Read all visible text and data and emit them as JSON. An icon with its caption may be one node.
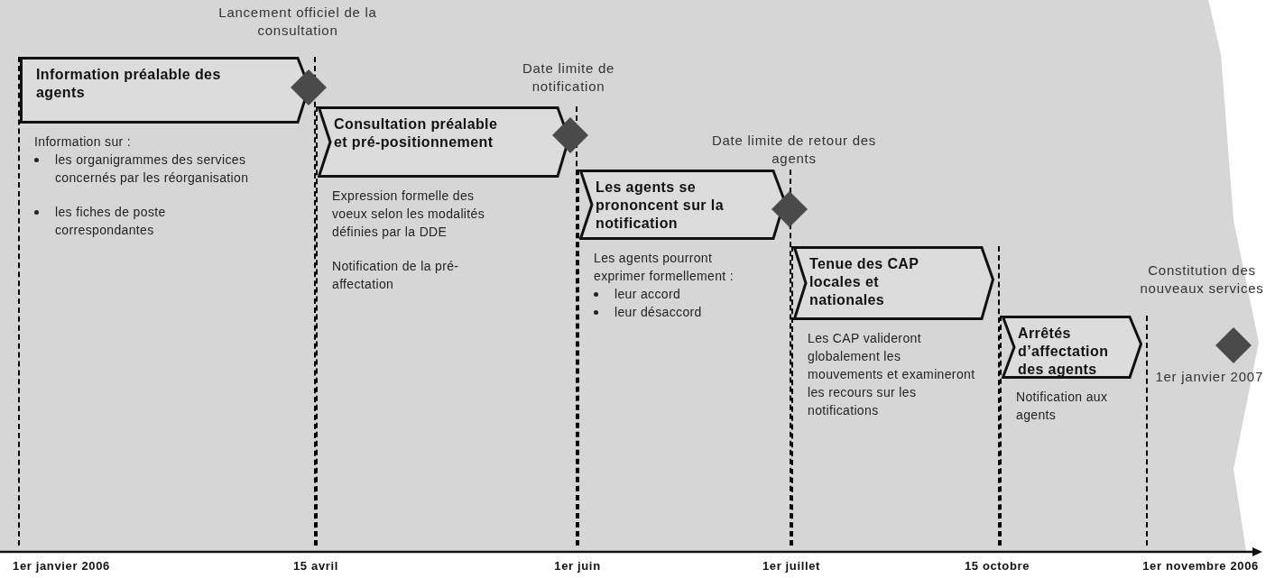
{
  "diagram": {
    "nodes": [
      {
        "text": [
          "Information préalable des agents",
          "Information sur :",
          "les organigrammes des services concernés par les réorganisation",
          "les fiches de poste correspondantes"
        ]
      },
      {
        "text": [
          "Consultation préalable et pré-positionnement",
          "Expression formelle des voeux selon les modalités définies par la DDE",
          "Notification de la pré-affectation"
        ]
      },
      {
        "text": [
          "Les agents se prononcent sur la notification",
          "Les agents pourront exprimer formellement :",
          "leur accord",
          "leur désaccord"
        ]
      },
      {
        "text": [
          "Tenue des CAP locales et nationales",
          "Les CAP valideront globalement les mouvements et examineront les recours sur les notifications"
        ]
      },
      {
        "text": [
          "Arrêtés d’affectation des agents",
          "Notification aux agents"
        ]
      },
      {
        "text": [],
        "shape": "diamond"
      },
      {
        "text": [],
        "shape": "diamond"
      },
      {
        "text": [],
        "shape": "diamond"
      },
      {
        "text": [],
        "shape": "diamond"
      }
    ],
    "labels": [
      "Lancement officiel de la consultation",
      "Date limite de notification",
      "Date limite de retour des agents",
      "Constitution des nouveaux services",
      "1er janvier 2007",
      "1er janvier 2006",
      "15 avril",
      "1er juin",
      "1er juillet",
      "15 octobre",
      "1er novembre 2006"
    ]
  }
}
